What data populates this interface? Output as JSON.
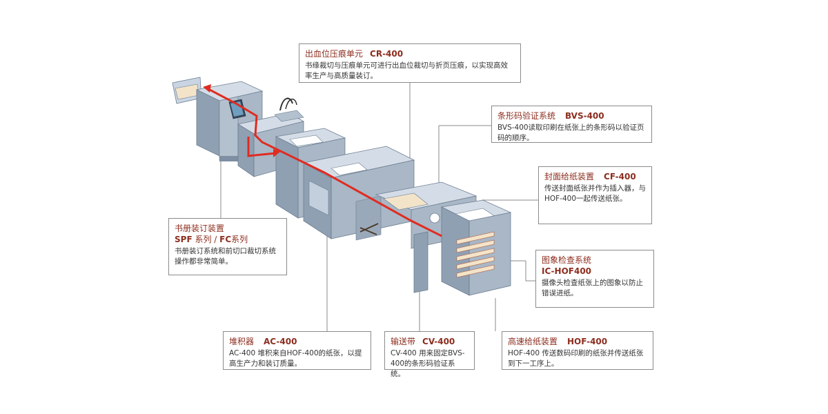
{
  "callouts": {
    "cr400": {
      "name": "出血位压痕单元",
      "model": "CR-400",
      "desc": "书缘裁切与压痕单元可进行出血位裁切与折页压痕，以实现高效率生产与高质量装订。"
    },
    "bvs400": {
      "name": "条形码验证系统",
      "model": "BVS-400",
      "desc": "BVS-400读取印刷在纸张上的条形码以验证页码的顺序。"
    },
    "cf400": {
      "name": "封面给纸装置",
      "model": "CF-400",
      "desc": "传送封面纸张并作为插入器，与HOF-400一起传送纸张。"
    },
    "spf": {
      "name": "书册装订装置",
      "model_a": "SPF",
      "series_a": " 系列 / ",
      "model_b": "FC",
      "series_b": "系列",
      "desc": "书册装订系统和前切口裁切系统操作都非常简单。"
    },
    "ichof400": {
      "name": "图象检查系统",
      "model": "IC-HOF400",
      "desc": "摄像头检查纸张上的图象以防止错误进纸。"
    },
    "ac400": {
      "name": "堆积器",
      "model": "AC-400",
      "desc": "AC-400 堆积来自HOF-400的纸张，以提高生产力和装订质量。"
    },
    "cv400": {
      "name": "输送带",
      "model": "CV-400",
      "desc": "CV-400 用来固定BVS-400的条形码验证系统。"
    },
    "hof400": {
      "name": "高速给纸装置",
      "model": "HOF-400",
      "desc": "HOF-400 传送数码印刷的纸张并传送纸张到下一工序上。"
    }
  },
  "colors": {
    "machine_body": "#a9b7c6",
    "machine_top": "#d4dde7",
    "machine_dark": "#7e8fa3",
    "arrow": "#e02b20",
    "accent_title": "#8c2d1e",
    "leader": "#8a8a8a"
  }
}
